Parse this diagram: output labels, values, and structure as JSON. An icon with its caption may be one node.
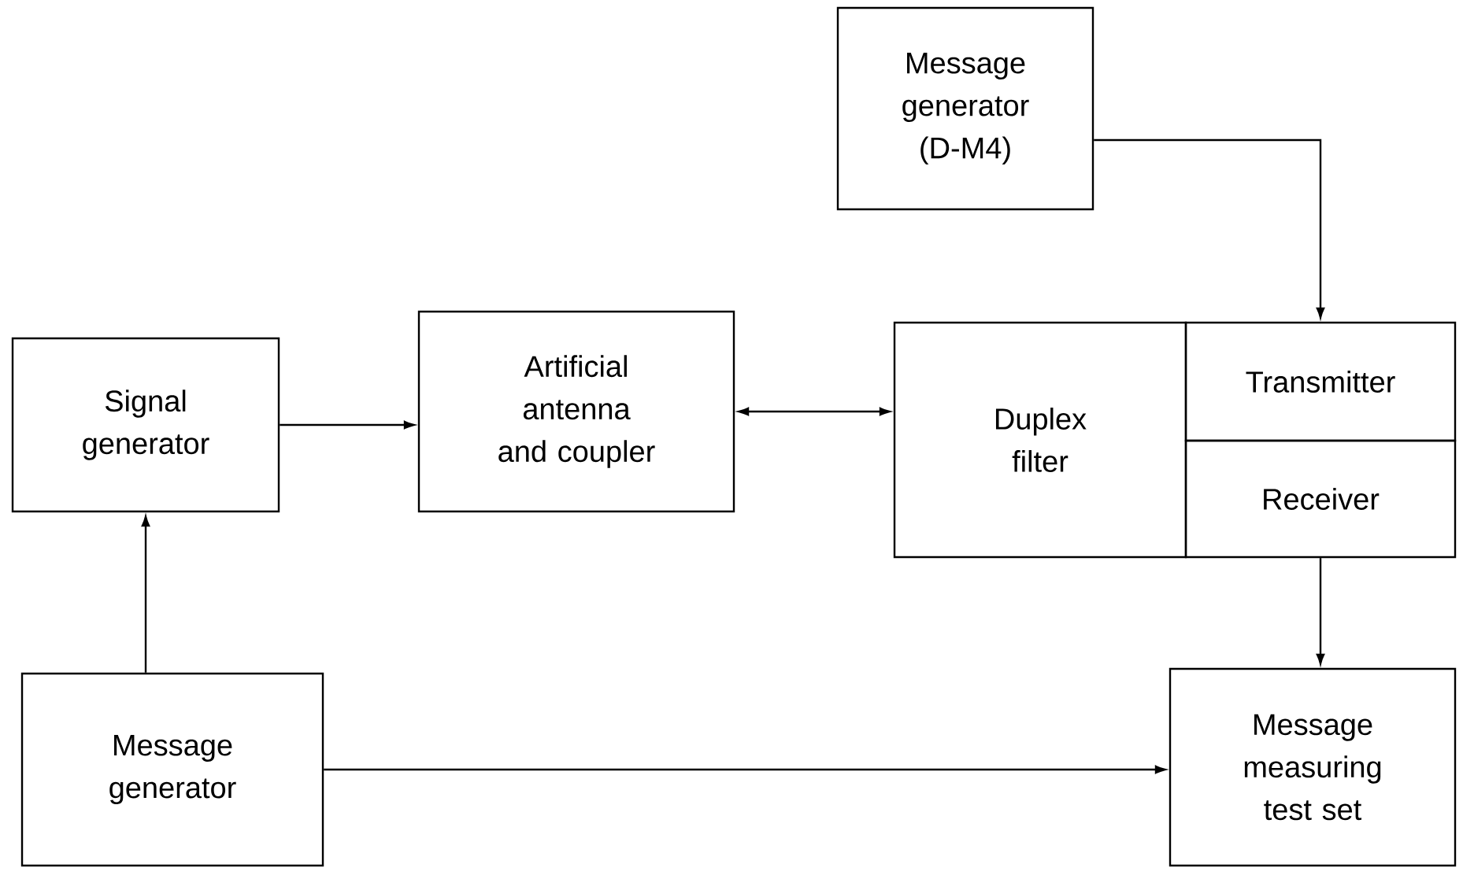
{
  "diagram": {
    "nodes": [
      {
        "text": [
          "Message generator (D-M4)"
        ]
      },
      {
        "text": [
          "Signal generator"
        ]
      },
      {
        "text": [
          "Artificial antenna and coupler"
        ]
      },
      {
        "text": [
          "Duplex filter"
        ]
      },
      {
        "text": [
          "Transmitter"
        ]
      },
      {
        "text": [
          "Receiver"
        ]
      },
      {
        "text": [
          "Message generator"
        ]
      },
      {
        "text": [
          "Message measuring test set"
        ]
      }
    ],
    "edges": [
      {
        "from": 0,
        "to": 4,
        "arrow": "to"
      },
      {
        "from": 1,
        "to": 2,
        "arrow": "to"
      },
      {
        "from": 2,
        "to": 3,
        "arrow": "both"
      },
      {
        "from": 5,
        "to": 7,
        "arrow": "to"
      },
      {
        "from": 6,
        "to": 1,
        "arrow": "to"
      },
      {
        "from": 6,
        "to": 7,
        "arrow": "to"
      }
    ]
  }
}
